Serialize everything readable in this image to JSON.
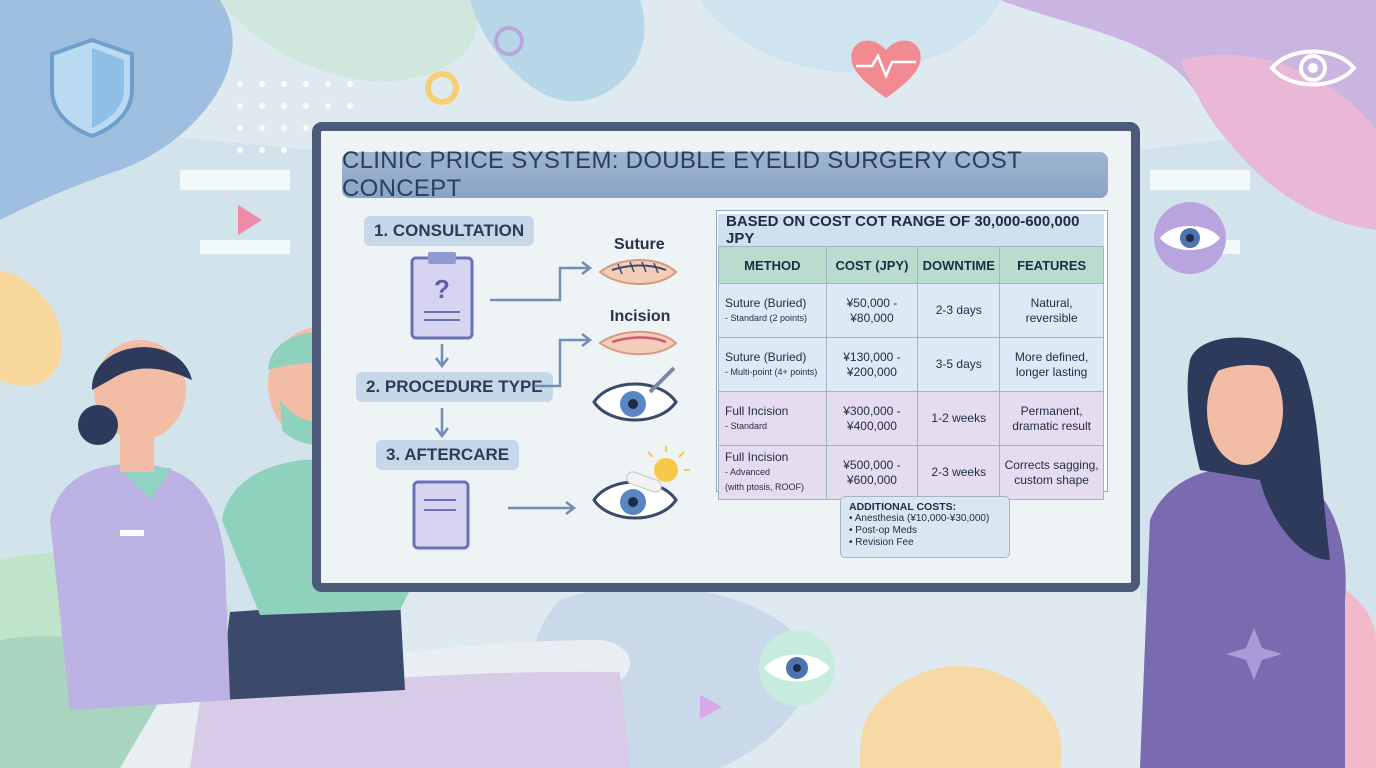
{
  "board": {
    "title": "CLINIC PRICE SYSTEM: DOUBLE EYELID SURGERY COST CONCEPT",
    "steps": [
      "1. CONSULTATION",
      "2. PROCEDURE TYPE",
      "3. AFTERCARE"
    ],
    "techniques": [
      "Suture",
      "Incision"
    ]
  },
  "table": {
    "range_heading": "BASED ON COST COT RANGE OF 30,000-600,000 JPY",
    "columns": [
      "METHOD",
      "COST (JPY)",
      "DOWNTIME",
      "FEATURES"
    ],
    "rows": [
      {
        "method": "Suture (Buried)",
        "detail": "- Standard (2 points)",
        "cost1": "¥50,000 -",
        "cost2": "¥80,000",
        "downtime": "2-3 days",
        "feature1": "Natural,",
        "feature2": "reversible"
      },
      {
        "method": "Suture (Buried)",
        "detail": "- Multi-point (4+ points)",
        "cost1": "¥130,000 -",
        "cost2": "¥200,000",
        "downtime": "3-5 days",
        "feature1": "More defined,",
        "feature2": "longer lasting"
      },
      {
        "method": "Full Incision",
        "detail": "- Standard",
        "cost1": "¥300,000 -",
        "cost2": "¥400,000",
        "downtime": "1-2 weeks",
        "feature1": "Permanent,",
        "feature2": "dramatic result"
      },
      {
        "method": "Full Incision",
        "detail": "- Advanced",
        "detail2": "(with ptosis, ROOF)",
        "cost1": "¥500,000 -",
        "cost2": "¥600,000",
        "downtime": "2-3 weeks",
        "feature1": "Corrects sagging,",
        "feature2": "custom shape"
      }
    ]
  },
  "additional": {
    "heading": "ADDITIONAL COSTS:",
    "items": [
      "• Anesthesia (¥10,000-¥30,000)",
      "• Post-op Meds",
      "• Revision Fee"
    ]
  },
  "colors": {
    "board_frame": "#4b5a78",
    "title_bar": "#8aa4c6",
    "header_green": "#b9dccf",
    "row_blue": "#dde9f4",
    "row_purple": "#e6dcef"
  }
}
